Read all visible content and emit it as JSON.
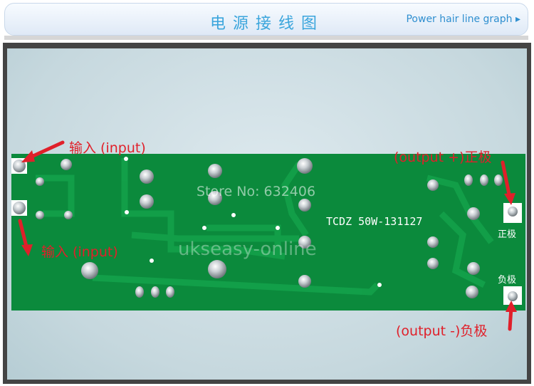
{
  "header": {
    "title": "电源接线图",
    "link_text": "Power hair line graph ▸"
  },
  "board": {
    "model_text": "TCDZ  50W-131127",
    "pad_positive": "正极",
    "pad_negative": "负极"
  },
  "watermarks": {
    "store": "Store No: 632406",
    "site": "ukseasy-online"
  },
  "labels": {
    "input_top": "输入 (input)",
    "input_bottom": "输入 (input)",
    "output_pos": "(output +)正极",
    "output_neg": "(output -)负极"
  },
  "colors": {
    "board": "#0a8a3a",
    "label_red": "#e0202a",
    "title_blue": "#3aa5dc"
  }
}
